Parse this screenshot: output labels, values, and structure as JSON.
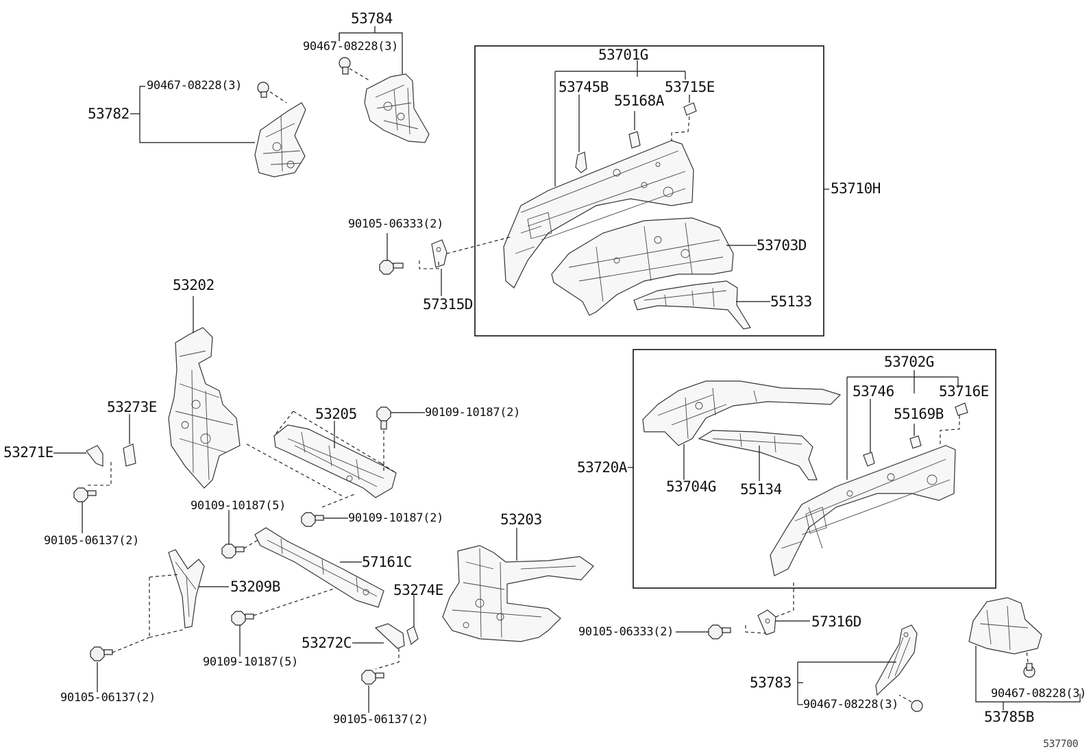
{
  "diagram": {
    "reference_number": "537700",
    "labels": {
      "p53784": "53784",
      "p53784_bolt": "90467-08228(3)",
      "p53782": "53782",
      "p53782_bolt": "90467-08228(3)",
      "p53701G": "53701G",
      "p53745B": "53745B",
      "p53715E": "53715E",
      "p55168A": "55168A",
      "p53710H": "53710H",
      "p53703D": "53703D",
      "p55133": "55133",
      "p90105_06333_a": "90105-06333(2)",
      "p57315D": "57315D",
      "p53202": "53202",
      "p53273E": "53273E",
      "p53271E": "53271E",
      "p90105_06137_a": "90105-06137(2)",
      "p53205": "53205",
      "p90109_10187_2a": "90109-10187(2)",
      "p90109_10187_2b": "90109-10187(2)",
      "p90109_10187_5a": "90109-10187(5)",
      "p57161C": "57161C",
      "p53209B": "53209B",
      "p90109_10187_5b": "90109-10187(5)",
      "p90105_06137_b": "90105-06137(2)",
      "p53274E": "53274E",
      "p53272C": "53272C",
      "p90105_06137_c": "90105-06137(2)",
      "p53203": "53203",
      "p53702G": "53702G",
      "p53746": "53746",
      "p53716E": "53716E",
      "p55169B": "55169B",
      "p53720A": "53720A",
      "p53704G": "53704G",
      "p55134": "55134",
      "p90105_06333_b": "90105-06333(2)",
      "p57316D": "57316D",
      "p53783": "53783",
      "p53783_bolt": "90467-08228(3)",
      "p53785B_bolt": "90467-08228(3)",
      "p53785B": "53785B"
    }
  }
}
